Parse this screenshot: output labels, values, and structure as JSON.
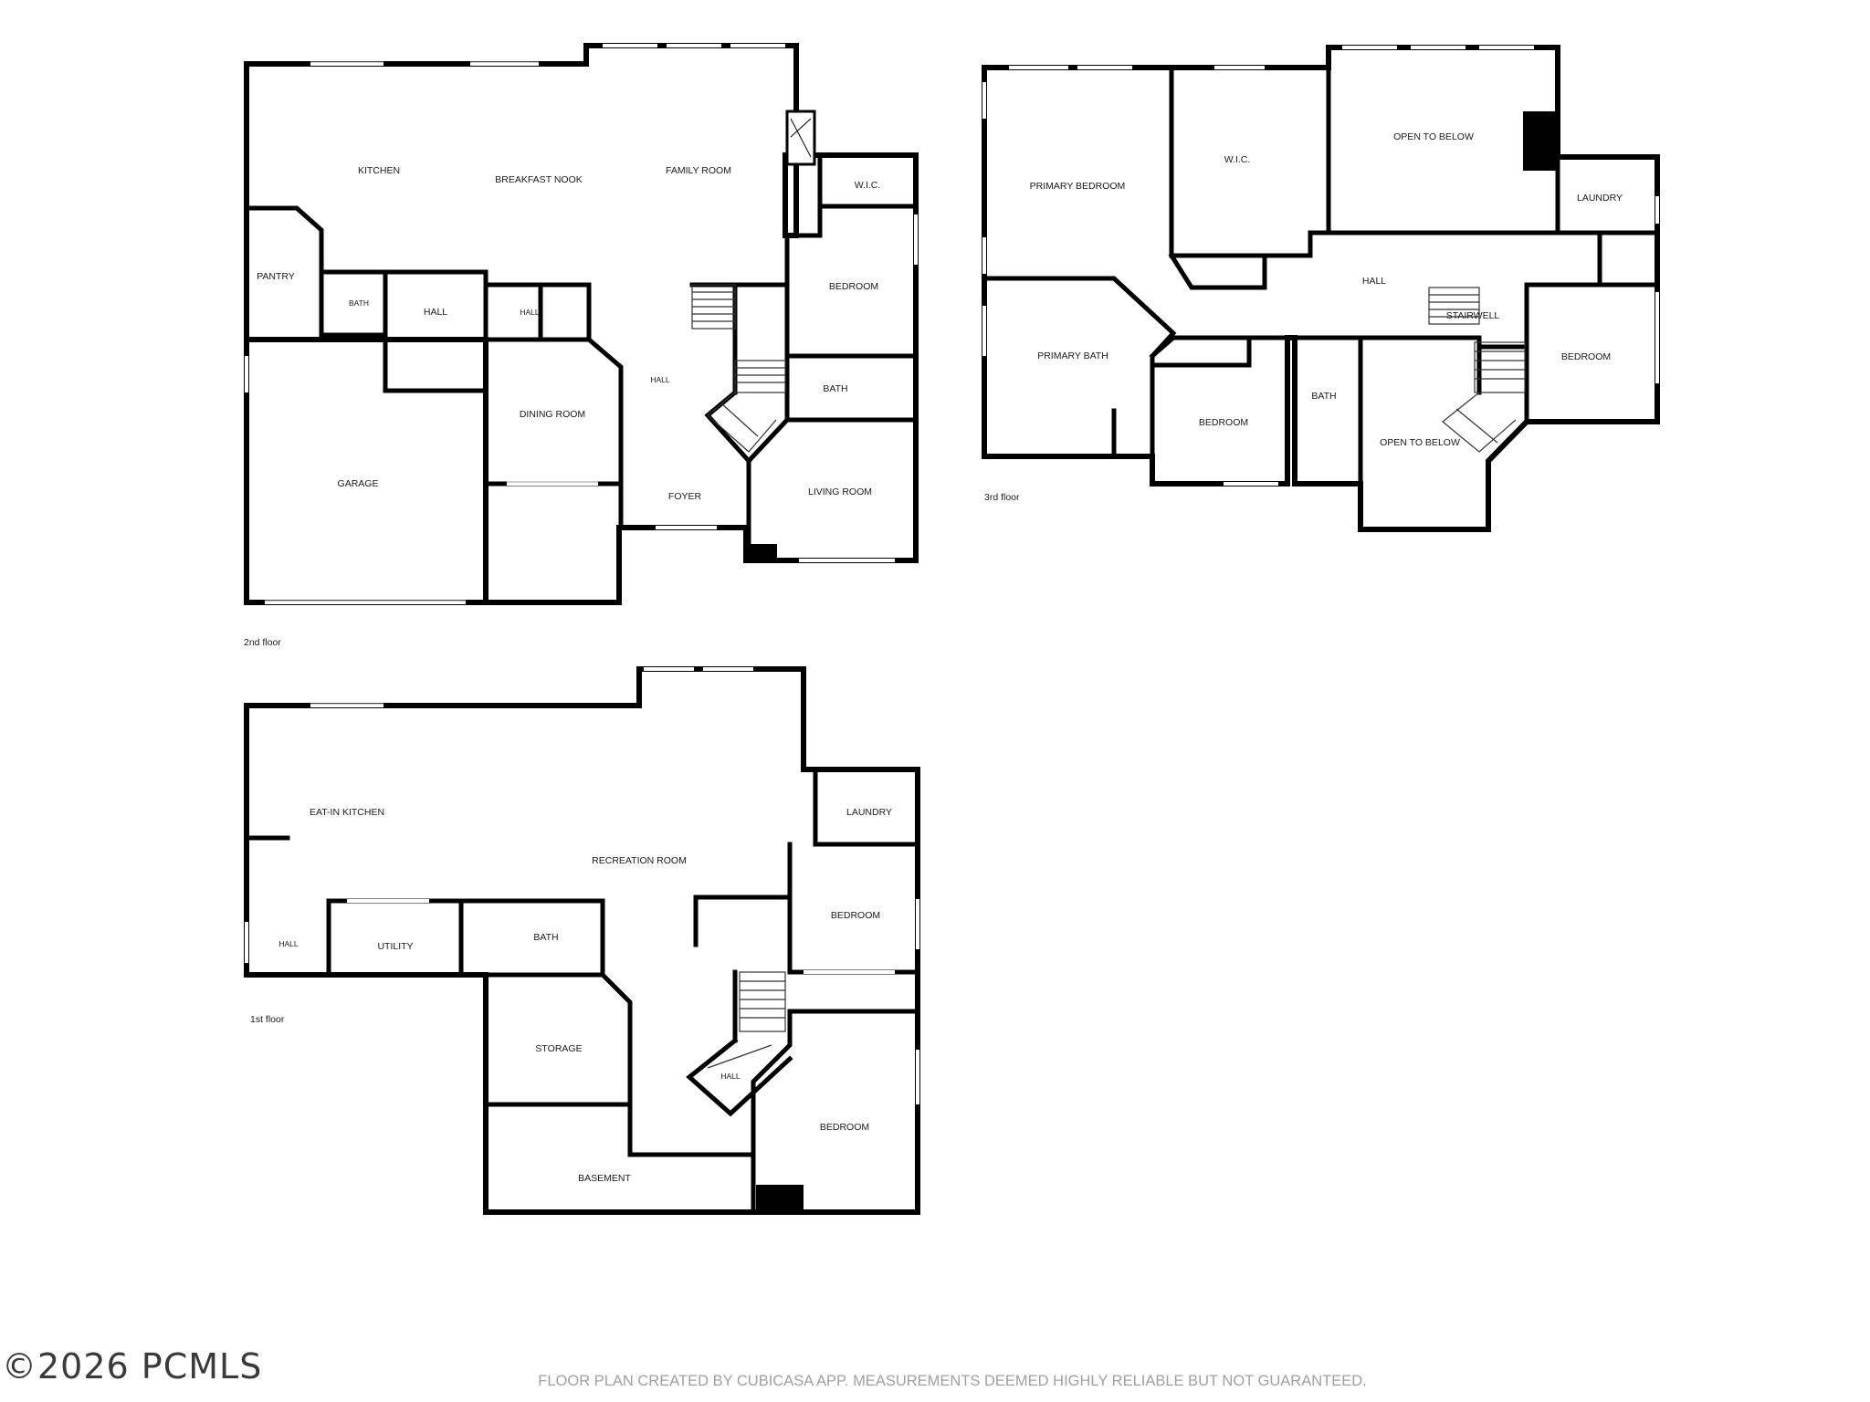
{
  "floors": {
    "second": {
      "label": "2nd floor",
      "rooms": {
        "kitchen": "KITCHEN",
        "breakfast_nook": "BREAKFAST NOOK",
        "family_room": "FAMILY ROOM",
        "wic": "W.I.C.",
        "pantry": "PANTRY",
        "bath_small": "BATH",
        "hall_a": "HALL",
        "hall_b": "HALL",
        "bedroom": "BEDROOM",
        "bath": "BATH",
        "dining_room": "DINING ROOM",
        "hall_main": "HALL",
        "garage": "GARAGE",
        "living_room": "LIVING ROOM",
        "foyer": "FOYER"
      }
    },
    "third": {
      "label": "3rd floor",
      "rooms": {
        "primary_bedroom": "PRIMARY BEDROOM",
        "wic": "W.I.C.",
        "open_to_below_top": "OPEN TO BELOW",
        "laundry": "LAUNDRY",
        "hall": "HALL",
        "stairwell": "STAIRWELL",
        "primary_bath": "PRIMARY BATH",
        "bedroom_right": "BEDROOM",
        "bedroom_mid": "BEDROOM",
        "bath": "BATH",
        "open_to_below_bottom": "OPEN TO BELOW"
      }
    },
    "first": {
      "label": "1st floor",
      "rooms": {
        "eat_in_kitchen": "EAT-IN KITCHEN",
        "laundry": "LAUNDRY",
        "recreation_room": "RECREATION ROOM",
        "bedroom_top": "BEDROOM",
        "hall_left": "HALL",
        "utility": "UTILITY",
        "bath": "BATH",
        "storage": "STORAGE",
        "hall_stair": "HALL",
        "bedroom_bottom": "BEDROOM",
        "basement": "BASEMENT"
      }
    }
  },
  "footer": {
    "copyright": "©2026 PCMLS",
    "disclaimer": "FLOOR PLAN CREATED BY CUBICASA APP. MEASUREMENTS DEEMED HIGHLY RELIABLE BUT NOT GUARANTEED."
  }
}
